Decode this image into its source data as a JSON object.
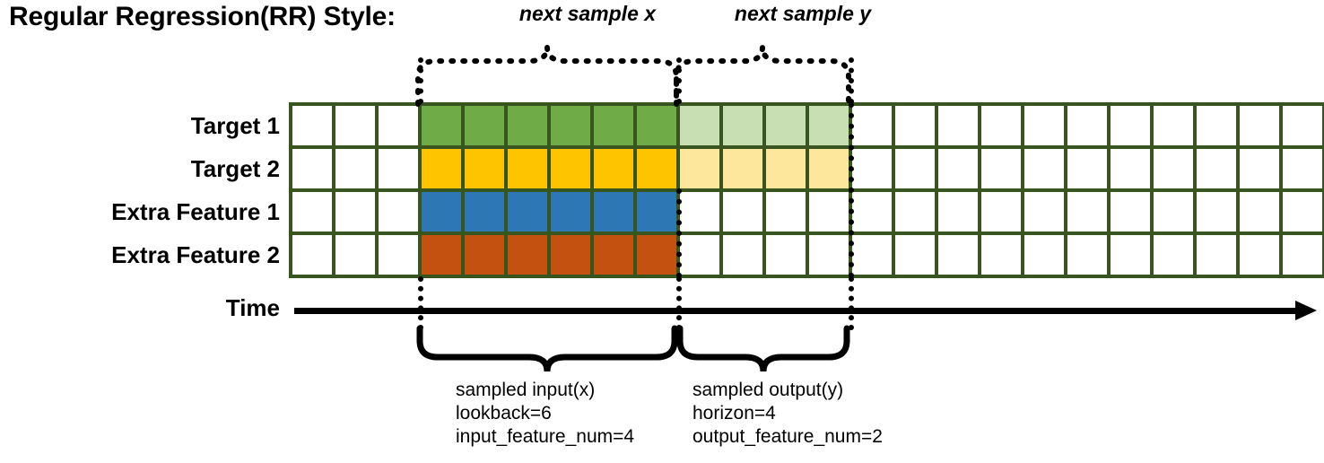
{
  "title": "Regular Regression(RR) Style:",
  "rows": [
    {
      "label": "Target 1",
      "color_key": "green"
    },
    {
      "label": "Target 2",
      "color_key": "yellow"
    },
    {
      "label": "Extra Feature 1",
      "color_key": "blue"
    },
    {
      "label": "Extra Feature 2",
      "color_key": "orange"
    }
  ],
  "grid": {
    "columns": 24,
    "leading_empty": 3,
    "input_span": 6,
    "output_span": 4,
    "trailing_empty": 11,
    "border_color": "#38541F",
    "empty_color": "#FFFFFF"
  },
  "colors": {
    "green": "#6FAB46",
    "green_light": "#C8DFB4",
    "yellow": "#FFC400",
    "yellow_light": "#FDE79D",
    "blue": "#2E77B5",
    "blue_light": "#FFFFFF",
    "orange": "#C4510F",
    "orange_light": "#FFFFFF",
    "border": "#38541F",
    "axis": "#000000"
  },
  "axis": {
    "label": "Time"
  },
  "top_braces": [
    {
      "caption": "next sample x"
    },
    {
      "caption": "next sample y"
    }
  ],
  "bottom_braces": [
    {
      "line1": "sampled input(x)",
      "line2": "lookback=6",
      "line3": "input_feature_num=4"
    },
    {
      "line1": "sampled output(y)",
      "line2": "horizon=4",
      "line3": "output_feature_num=2"
    }
  ]
}
